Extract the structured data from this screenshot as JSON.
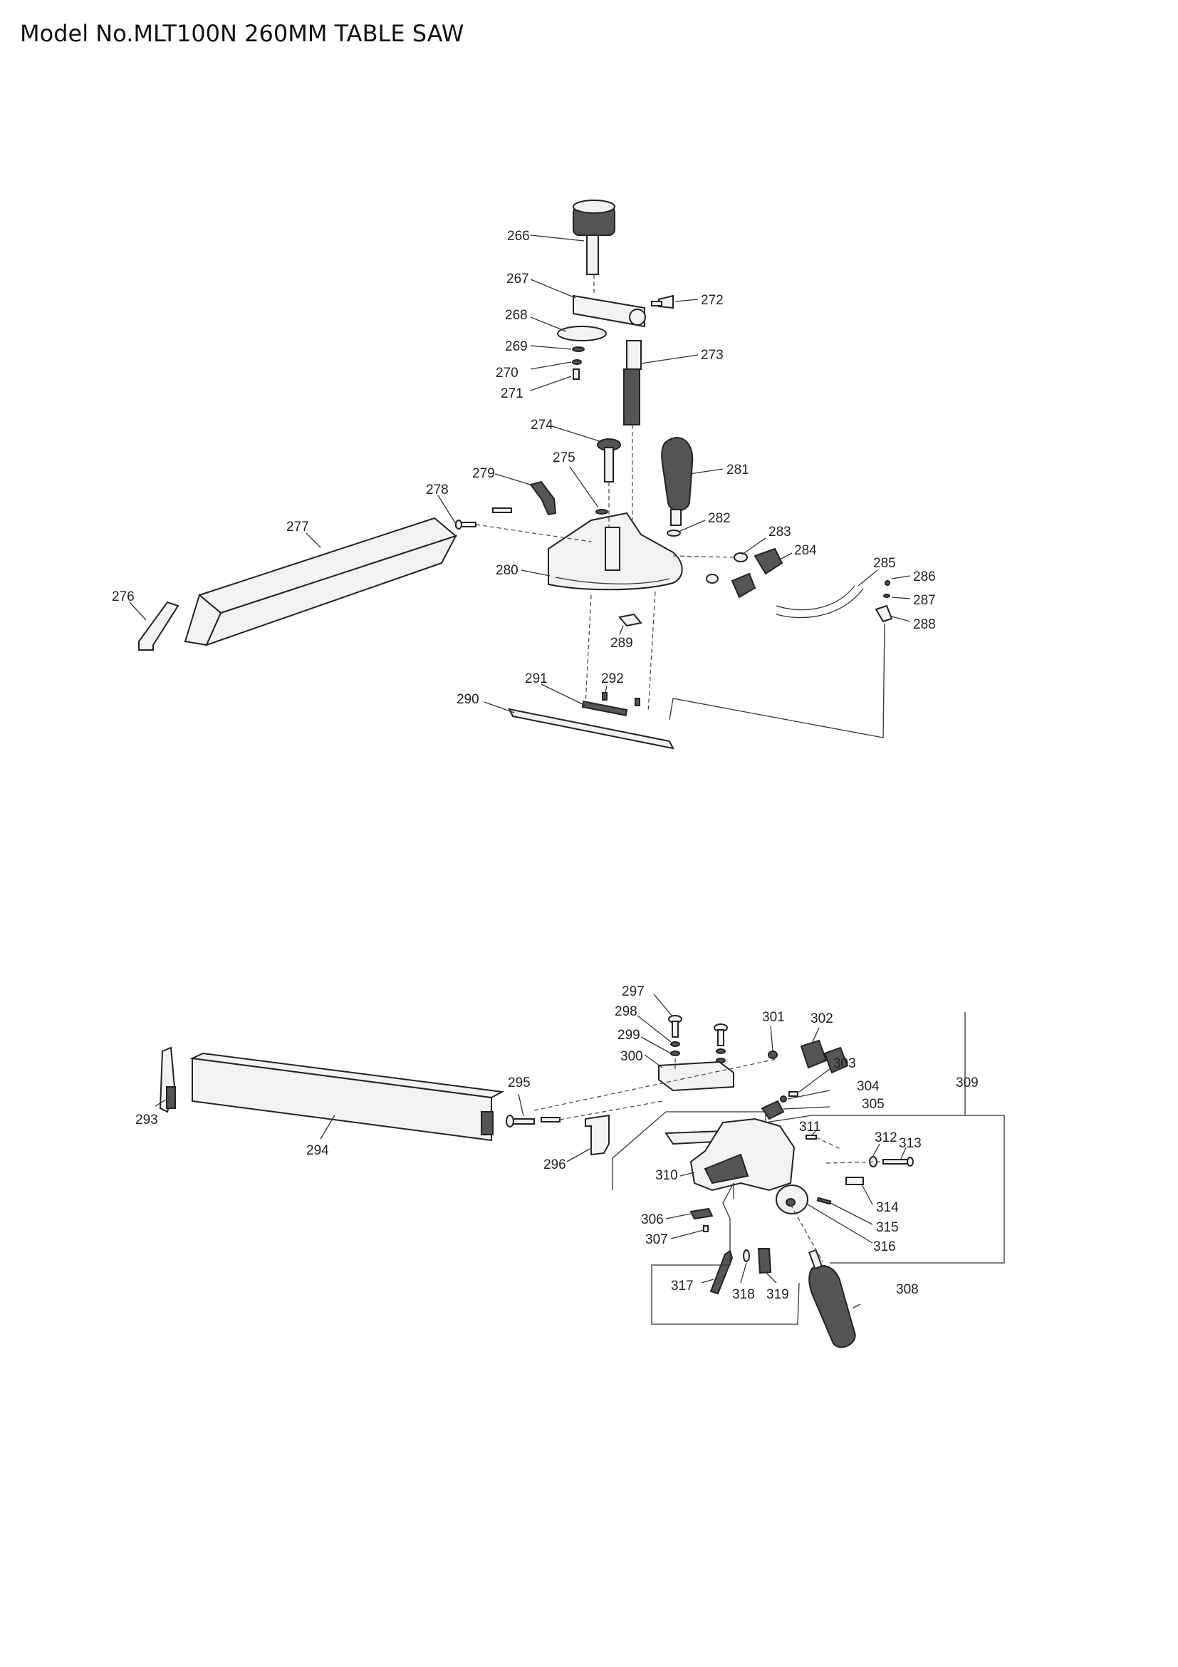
{
  "page": {
    "title": "Model No.MLT100N 260MM TABLE SAW"
  },
  "upper_assembly": {
    "callouts": [
      "266",
      "267",
      "268",
      "269",
      "270",
      "271",
      "272",
      "273",
      "274",
      "275",
      "276",
      "277",
      "278",
      "279",
      "280",
      "281",
      "282",
      "283",
      "284",
      "285",
      "286",
      "287",
      "288",
      "289",
      "290",
      "291",
      "292"
    ]
  },
  "lower_assembly": {
    "callouts": [
      "293",
      "294",
      "295",
      "296",
      "297",
      "298",
      "299",
      "300",
      "301",
      "302",
      "303",
      "304",
      "305",
      "306",
      "307",
      "308",
      "309",
      "310",
      "311",
      "312",
      "313",
      "314",
      "315",
      "316",
      "317",
      "318",
      "319"
    ]
  }
}
